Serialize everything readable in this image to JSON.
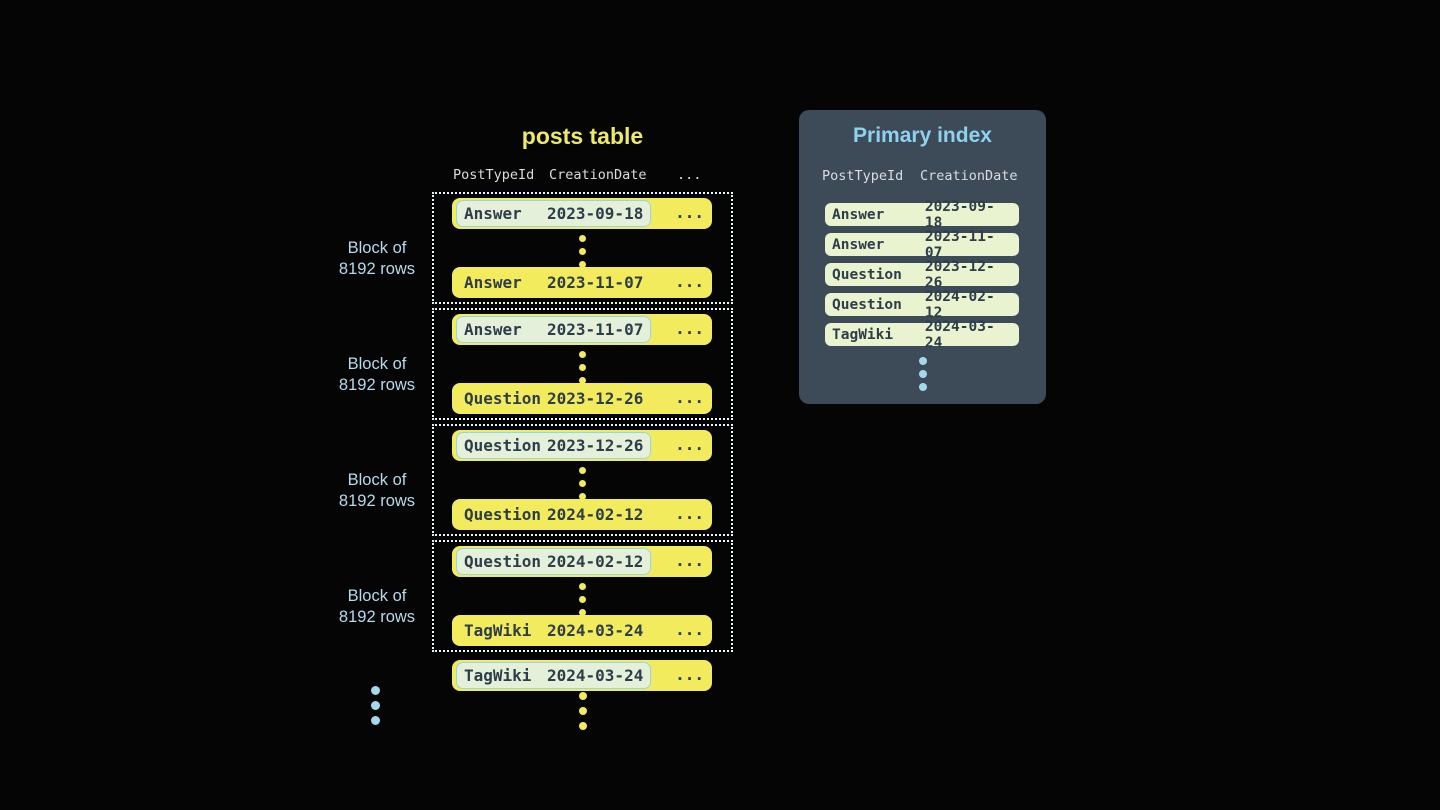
{
  "posts_table": {
    "title": "posts table",
    "headers": {
      "col1": "PostTypeId",
      "col2": "CreationDate",
      "col3": "..."
    },
    "block_label_line1": "Block of",
    "block_label_line2": "8192 rows",
    "ellipsis": "...",
    "blocks": [
      {
        "first": {
          "type": "Answer",
          "date": "2023-09-18"
        },
        "last": {
          "type": "Answer",
          "date": "2023-11-07"
        }
      },
      {
        "first": {
          "type": "Answer",
          "date": "2023-11-07"
        },
        "last": {
          "type": "Question",
          "date": "2023-12-26"
        }
      },
      {
        "first": {
          "type": "Question",
          "date": "2023-12-26"
        },
        "last": {
          "type": "Question",
          "date": "2024-02-12"
        }
      },
      {
        "first": {
          "type": "Question",
          "date": "2024-02-12"
        },
        "last": {
          "type": "TagWiki",
          "date": "2024-03-24"
        }
      }
    ],
    "overflow_row": {
      "type": "TagWiki",
      "date": "2024-03-24"
    }
  },
  "primary_index": {
    "title": "Primary index",
    "headers": {
      "col1": "PostTypeId",
      "col2": "CreationDate"
    },
    "rows": [
      {
        "type": "Answer",
        "date": "2023-09-18"
      },
      {
        "type": "Answer",
        "date": "2023-11-07"
      },
      {
        "type": "Question",
        "date": "2023-12-26"
      },
      {
        "type": "Question",
        "date": "2024-02-12"
      },
      {
        "type": "TagWiki",
        "date": "2024-03-24"
      }
    ]
  },
  "colors": {
    "background": "#050505",
    "row-yellow": "#f2eb5e",
    "title-yellow": "#eee966",
    "dark-text": "#2e3d4a",
    "panel-bg": "#3d4b58",
    "panel-title": "#8ed2ef",
    "header-text": "#d9dde0",
    "label-blue": "#b4dbeb",
    "pill-fill": "#e4f0d9",
    "pill-border": "#96d5e8",
    "index-pill-fill": "#e9f3cf",
    "dotted-border": "#e9f7fc",
    "blue-dot": "#a5d8ec"
  }
}
